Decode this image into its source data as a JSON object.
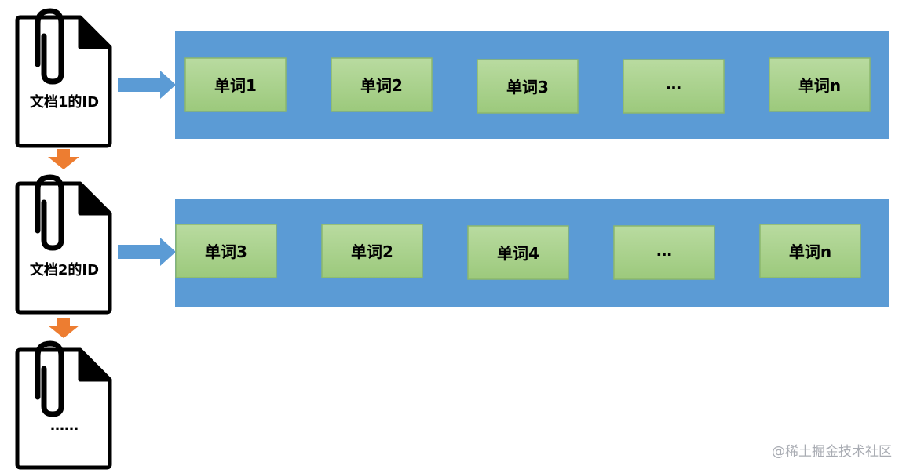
{
  "documents": [
    {
      "label": "文档1的ID"
    },
    {
      "label": "文档2的ID"
    },
    {
      "label": "……"
    }
  ],
  "rows": [
    {
      "words": [
        "单词1",
        "单词2",
        "单词3",
        "…",
        "单词n"
      ]
    },
    {
      "words": [
        "单词3",
        "单词2",
        "单词4",
        "…",
        "单词n"
      ]
    }
  ],
  "colors": {
    "row_fill": "#5b9bd5",
    "word_fill": "#a9d18e",
    "word_stroke": "#8cb86c",
    "doc_arrow": "#5b9bd5",
    "chain_arrow": "#ed7d31"
  },
  "watermark": "@稀土掘金技术社区"
}
